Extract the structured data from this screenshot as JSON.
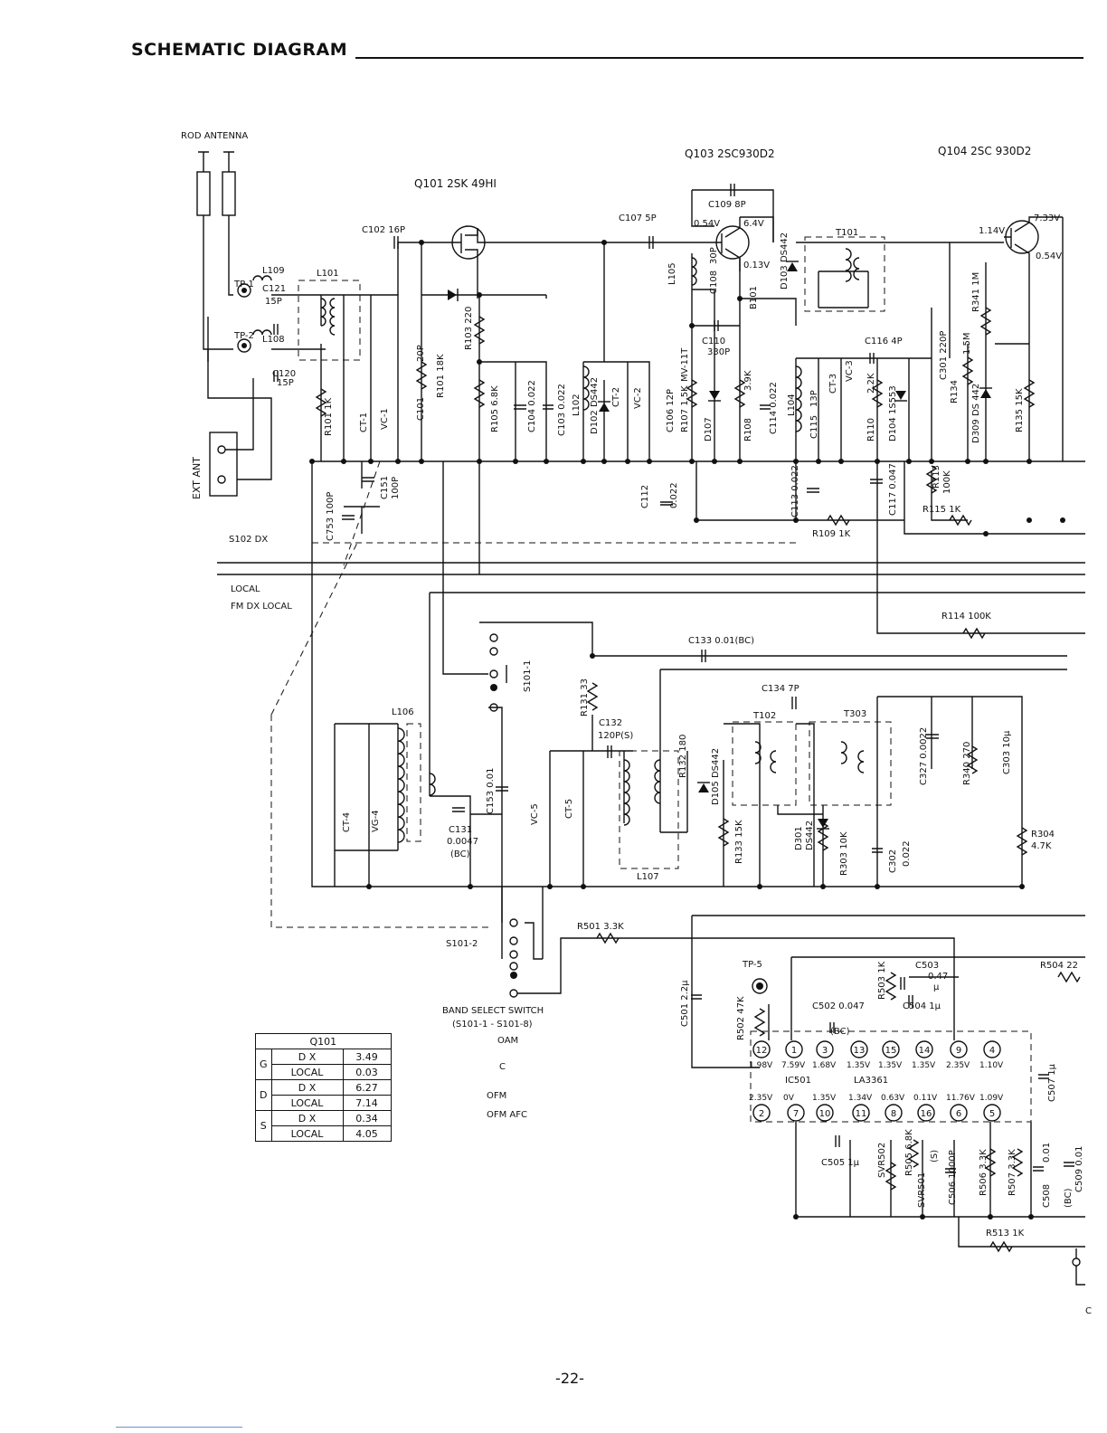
{
  "header": {
    "title": "SCHEMATIC DIAGRAM"
  },
  "page": {
    "number": "-22-"
  },
  "transistors": [
    {
      "label": "Q101  2SK 49HI"
    },
    {
      "label": "Q103  2SC930D2"
    },
    {
      "label": "Q104  2SC 930D2"
    }
  ],
  "antenna": {
    "rod": "ROD ANTENNA",
    "ext": "EXT ANT"
  },
  "switches": {
    "dx": "S102 DX",
    "local": "LOCAL",
    "fm_dx_local": "FM DX LOCAL",
    "s101_1": "S101-1",
    "s101_2": "S101-2",
    "band_select": "BAND SELECT SWITCH",
    "band_select_range": "(S101-1 - S101-8)",
    "am": "OAM",
    "c": "C",
    "fm": "OFM",
    "fm_afc": "OFM  AFC"
  },
  "testpoints": [
    "TP-1",
    "TP-2",
    "TP-5"
  ],
  "voltages": [
    "0.54V",
    "6.4V",
    "0.13V",
    "1.14V",
    "7.33V",
    "0.54V"
  ],
  "ic": {
    "name": "IC501",
    "type": "LA3361",
    "top_pins": [
      "12",
      "1",
      "3",
      "13",
      "15",
      "14",
      "9",
      "4"
    ],
    "top_volts": [
      "1.98V",
      "7.59V",
      "1.68V",
      "1.35V",
      "1.35V",
      "1.35V",
      "2.35V",
      "1.10V"
    ],
    "bottom_pins": [
      "2",
      "7",
      "10",
      "11",
      "8",
      "16",
      "6",
      "5"
    ],
    "bottom_volts": [
      "2.35V",
      "0V",
      "1.35V",
      "1.34V",
      "0.63V",
      "0.11V",
      "11.76V",
      "1.09V"
    ]
  },
  "components": {
    "c102": "C102  16P",
    "c107": "C107  5P",
    "c109": "C109  8P",
    "t101": "T101",
    "l109": "L109",
    "l101": "L101",
    "c121": "C121",
    "c121v": "15P",
    "l108": "L108",
    "c120": "C120",
    "c120v": "15P",
    "r101": "R101  1K",
    "ct1": "CT-1",
    "vc1": "VC-1",
    "c101": "C101",
    "c101v": "20P",
    "r101b": "R101 18K",
    "r103": "R103 220",
    "r105": "R105  6.8K",
    "c104": "C104  0.022",
    "c103": "C103  0.022",
    "l102": "L102",
    "d102": "D102  DS442",
    "ct2": "CT-2",
    "vc2": "VC-2",
    "c106": "C106  12P",
    "r107": "R107  1.5K",
    "d107": "D107",
    "mv11t": "MV-11T",
    "r108": "R108",
    "r108v": "3.9K",
    "c114": "C114  0.022",
    "l105": "L105",
    "c108": "C108",
    "c108v": "30P",
    "b101": "B101",
    "c110": "C110",
    "c110v": "330P",
    "d103": "D103  DS442",
    "c116": "C116  4P",
    "l104": "L104",
    "c115": "C115",
    "c115v": "13P",
    "ct3": "CT-3",
    "vc3": "VC-3",
    "r110": "R110",
    "r110v": "2.2K",
    "d104": "D104  1S553",
    "c301": "C301  220P",
    "r134": "R134",
    "r134v": "1.5M",
    "r341": "R341  1M",
    "d309": "D309  DS 442",
    "r135": "R135  15K",
    "c112": "C112",
    "c112v": "0.022",
    "c113": "C113  0.022",
    "c117": "C117 0.047",
    "r113": "R113",
    "r113v": "100K",
    "r115": "R115  1K",
    "r109": "R109  1K",
    "c753": "C753  100P",
    "c151": "C151",
    "c151v": "100P",
    "c133": "C133  0.01(BC)",
    "r114": "R114  100K",
    "r131": "R131  33",
    "c132": "C132",
    "c132v": "120P(S)",
    "c134": "C134  7P",
    "t102": "T102",
    "t303": "T303",
    "c327": "C327  0.0022",
    "r340": "R340  270",
    "c303": "C303  10µ",
    "l106": "L106",
    "ct4": "CT-4",
    "vg4": "VG-4",
    "c131": "C131",
    "c131v": "0.0047",
    "c131bc": "(BC)",
    "c153": "C153  0.01",
    "vc5": "VC-5",
    "ct5": "CT-5",
    "l107": "L107",
    "r132": "R132  180",
    "d105": "D105  DS442",
    "r133": "R133  15K",
    "d301": "D301",
    "d301v": "DS442",
    "r303": "R303  10K",
    "c302": "C302",
    "c302v": "0.022",
    "r304": "R304",
    "r304v": "4.7K",
    "r501": "R501  3.3K",
    "c501": "C501  2.2µ",
    "r502": "R502  47K",
    "r503": "R503 1K",
    "c503": "C503",
    "c503v": "0.47",
    "c503u": "µ",
    "r504": "R504  22",
    "c502": "C502  0.047",
    "c502bc": "(BC)",
    "c504": "C504  1µ",
    "c507": "C507  1µ",
    "c505": "C505  1µ",
    "svr502": "SVR502",
    "r505": "R505 6.8K",
    "svr501": "SVR501",
    "c506": "C506  1000P",
    "c506s": "(S)",
    "r506": "R506  3.3K",
    "r507": "R507  3.3K",
    "c508": "C508",
    "c508v": "0.01",
    "c509": "C509  0.01",
    "c509bc": "(BC)",
    "r513": "R513  1K",
    "edge_c": "C"
  },
  "table": {
    "title": "Q101",
    "rows": [
      {
        "pin": "G",
        "mode": "D X",
        "value": "3.49"
      },
      {
        "pin": "",
        "mode": "LOCAL",
        "value": "0.03"
      },
      {
        "pin": "D",
        "mode": "D X",
        "value": "6.27"
      },
      {
        "pin": "",
        "mode": "LOCAL",
        "value": "7.14"
      },
      {
        "pin": "S",
        "mode": "D X",
        "value": "0.34"
      },
      {
        "pin": "",
        "mode": "LOCAL",
        "value": "4.05"
      }
    ]
  }
}
